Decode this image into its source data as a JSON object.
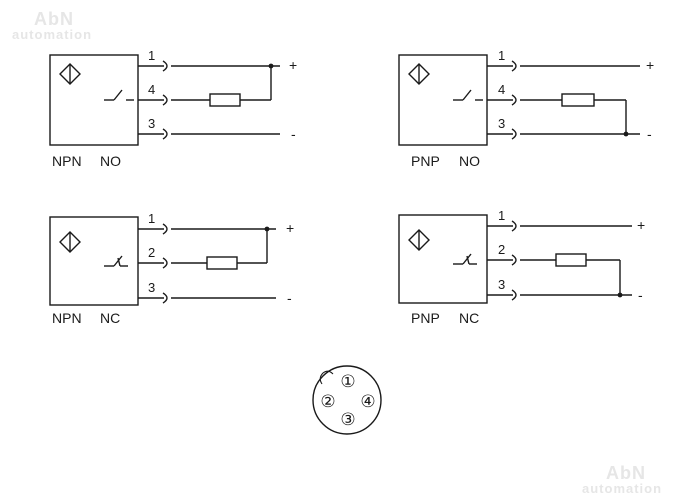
{
  "watermark": {
    "line1": "AbN",
    "line2": "automation"
  },
  "polarity": {
    "plus": "+",
    "minus": "-"
  },
  "diagrams": [
    {
      "type": "NPN",
      "contact": "NO",
      "switch": "no",
      "pins": [
        "1",
        "4",
        "3"
      ],
      "resistor_between": [
        "1",
        "4"
      ]
    },
    {
      "type": "PNP",
      "contact": "NO",
      "switch": "no",
      "pins": [
        "1",
        "4",
        "3"
      ],
      "resistor_between": [
        "4",
        "3"
      ]
    },
    {
      "type": "NPN",
      "contact": "NC",
      "switch": "nc",
      "pins": [
        "1",
        "2",
        "3"
      ],
      "resistor_between": [
        "1",
        "2"
      ]
    },
    {
      "type": "PNP",
      "contact": "NC",
      "switch": "nc",
      "pins": [
        "1",
        "2",
        "3"
      ],
      "resistor_between": [
        "2",
        "3"
      ]
    }
  ],
  "connector": {
    "pins": [
      "①",
      "②",
      "③",
      "④"
    ]
  },
  "colors": {
    "line": "#1a1a1a",
    "watermark": "#e6e6e6"
  }
}
